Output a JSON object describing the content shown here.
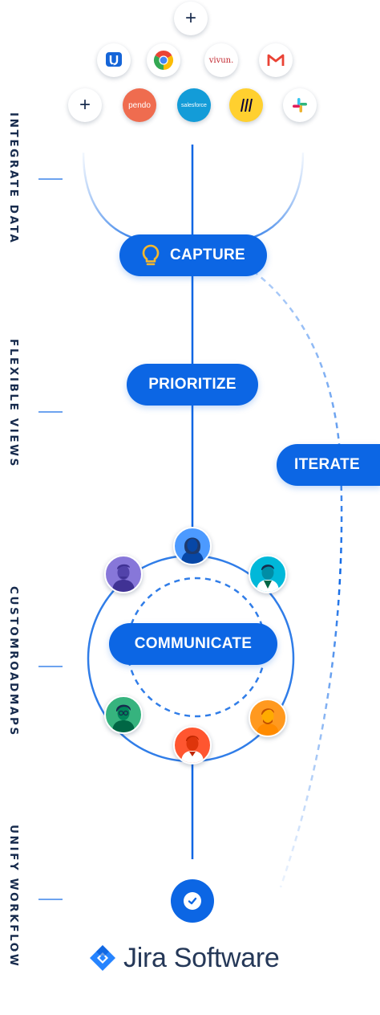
{
  "side_labels": {
    "integrate": "INTEGRATE DATA",
    "flexible": "FLEXIBLE VIEWS",
    "roadmaps": "CUSTOMROADMAPS",
    "unify": "UNIFY WORKFLOW"
  },
  "apps": {
    "plus_symbol": "+",
    "vivun": "vivun.",
    "pendo": "pendo",
    "salesforce": "salesforce"
  },
  "stages": {
    "capture": "CAPTURE",
    "prioritize": "PRIORITIZE",
    "iterate": "ITERATE",
    "communicate": "COMMUNICATE"
  },
  "brand": {
    "name": "Jira Software"
  },
  "colors": {
    "primary_blue": "#0c66e4",
    "dark_text": "#172b4d",
    "pendo": "#ef6c4f",
    "salesforce": "#139cd8",
    "miro": "#ffd02f",
    "lightbulb": "#f5b82e"
  }
}
